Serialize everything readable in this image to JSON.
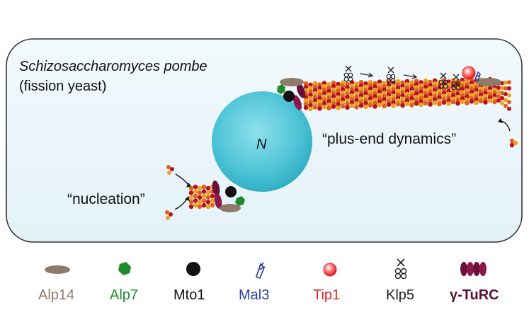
{
  "cell": {
    "species": "Schizosaccharomyces pombe",
    "common_name": "(fission yeast)",
    "nucleus_label": "N"
  },
  "annotations": {
    "nucleation": "“nucleation”",
    "plus_end": "“plus-end dynamics”"
  },
  "legend": [
    {
      "key": "alp14",
      "label": "Alp14",
      "color": "#8f7a6a"
    },
    {
      "key": "alp7",
      "label": "Alp7",
      "color": "#1f8a2b"
    },
    {
      "key": "mto1",
      "label": "Mto1",
      "color": "#111111"
    },
    {
      "key": "mal3",
      "label": "Mal3",
      "color": "#2b3f9e"
    },
    {
      "key": "tip1",
      "label": "Tip1",
      "color": "#e0242a"
    },
    {
      "key": "klp5",
      "label": "Klp5",
      "color": "#222222"
    },
    {
      "key": "gturc",
      "label": "γ-TuRC",
      "color": "#6b0f3a"
    }
  ],
  "colors": {
    "cell_fill": "#e9f5fa",
    "cell_stroke": "#333333",
    "nucleus": "#4cc3d6",
    "tubulin_a": "#e0611b",
    "tubulin_b": "#b5121b",
    "tubulin_c": "#f0a020"
  }
}
